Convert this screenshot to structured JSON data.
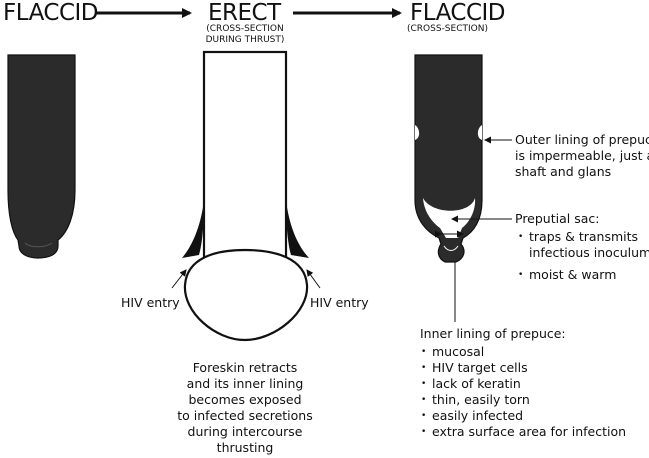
{
  "stages": {
    "left_title": "FLACCID",
    "middle_title": "ERECT",
    "middle_note_line1": "(CROSS-SECTION",
    "middle_note_line2": "DURING THRUST)",
    "right_title": "FLACCID",
    "right_note": "(CROSS-SECTION)"
  },
  "erect": {
    "hiv_entry_left": "HIV entry",
    "hiv_entry_right": "HIV entry",
    "caption": [
      "Foreskin retracts",
      "and its inner lining",
      "becomes exposed",
      "to infected secretions",
      "during intercourse",
      "thrusting"
    ]
  },
  "outer_lining": {
    "line1": "Outer lining of prepuce",
    "line2": "is impermeable, just as",
    "line3": "shaft and glans"
  },
  "preputial_sac": {
    "title": "Preputial sac:",
    "bullets": [
      [
        "traps & transmits",
        "infectious inoculum"
      ],
      [
        "moist & warm"
      ]
    ]
  },
  "inner_lining": {
    "title": "Inner lining of prepuce:",
    "bullets": [
      "mucosal",
      "HIV target cells",
      "lack of keratin",
      "thin, easily torn",
      "easily infected",
      "extra surface area for infection"
    ]
  },
  "colors": {
    "ink": "#111111",
    "fill_dark": "#2b2b2b",
    "background": "#ffffff"
  }
}
